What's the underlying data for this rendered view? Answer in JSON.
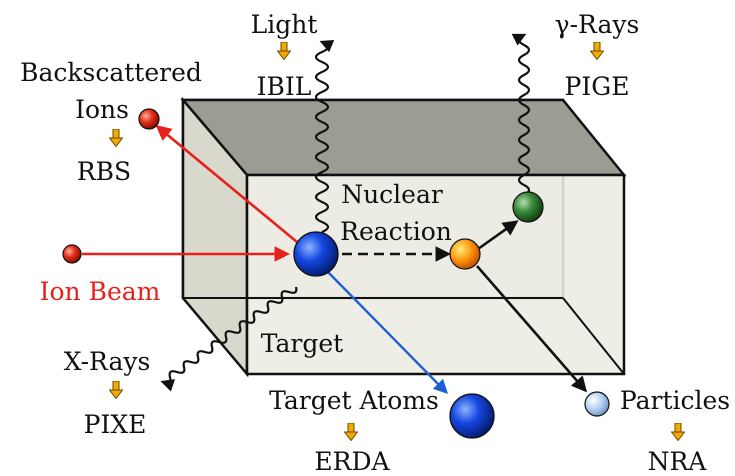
{
  "labels": {
    "light": "Light",
    "ibil": "IBIL",
    "gamma_rays": "γ-Rays",
    "pige": "PIGE",
    "backscattered": "Backscattered",
    "ions": "Ions",
    "rbs": "RBS",
    "nuclear": "Nuclear",
    "reaction": "Reaction",
    "ion_beam": "Ion Beam",
    "target": "Target",
    "xrays": "X-Rays",
    "pixe": "PIXE",
    "target_atoms": "Target Atoms",
    "erda": "ERDA",
    "particles": "Particles",
    "nra": "NRA"
  },
  "colors": {
    "ion_beam": "#e8201a",
    "recoil_arrow": "#1f5fd6",
    "arrow_down": "#f2a900",
    "box_back": "#9a9a90",
    "box_front": "#ecebe2"
  },
  "icons": {
    "transition_arrow": "down-arrow-icon"
  }
}
